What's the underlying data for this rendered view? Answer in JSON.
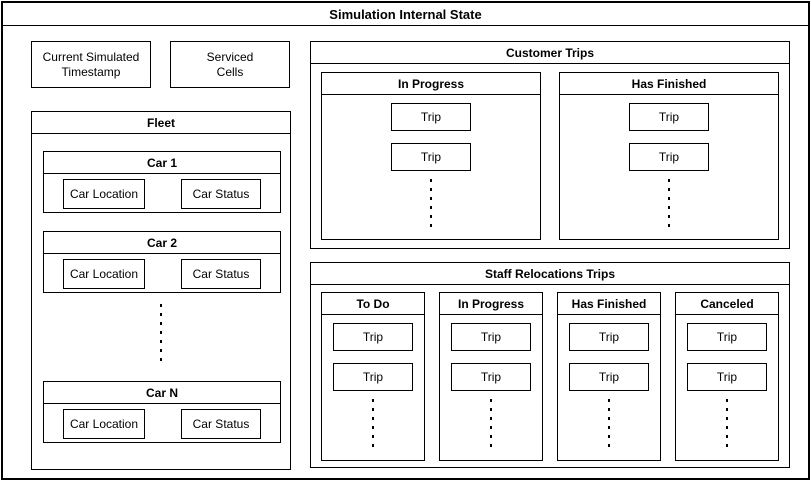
{
  "colors": {
    "border": "#000000",
    "background": "#ffffff"
  },
  "diagram": {
    "title": "Simulation Internal State",
    "timestamp_label": "Current Simulated\nTimestamp",
    "serviced_cells_label": "Serviced\nCells",
    "fleet": {
      "title": "Fleet",
      "cars": [
        {
          "title": "Car 1",
          "location": "Car Location",
          "status": "Car Status"
        },
        {
          "title": "Car 2",
          "location": "Car Location",
          "status": "Car Status"
        },
        {
          "title": "Car N",
          "location": "Car Location",
          "status": "Car Status"
        }
      ]
    },
    "customer_trips": {
      "title": "Customer Trips",
      "columns": [
        {
          "title": "In Progress",
          "trips": [
            "Trip",
            "Trip"
          ]
        },
        {
          "title": "Has Finished",
          "trips": [
            "Trip",
            "Trip"
          ]
        }
      ]
    },
    "staff_relocations": {
      "title": "Staff Relocations Trips",
      "columns": [
        {
          "title": "To Do",
          "trips": [
            "Trip",
            "Trip"
          ]
        },
        {
          "title": "In Progress",
          "trips": [
            "Trip",
            "Trip"
          ]
        },
        {
          "title": "Has Finished",
          "trips": [
            "Trip",
            "Trip"
          ]
        },
        {
          "title": "Canceled",
          "trips": [
            "Trip",
            "Trip"
          ]
        }
      ]
    }
  }
}
